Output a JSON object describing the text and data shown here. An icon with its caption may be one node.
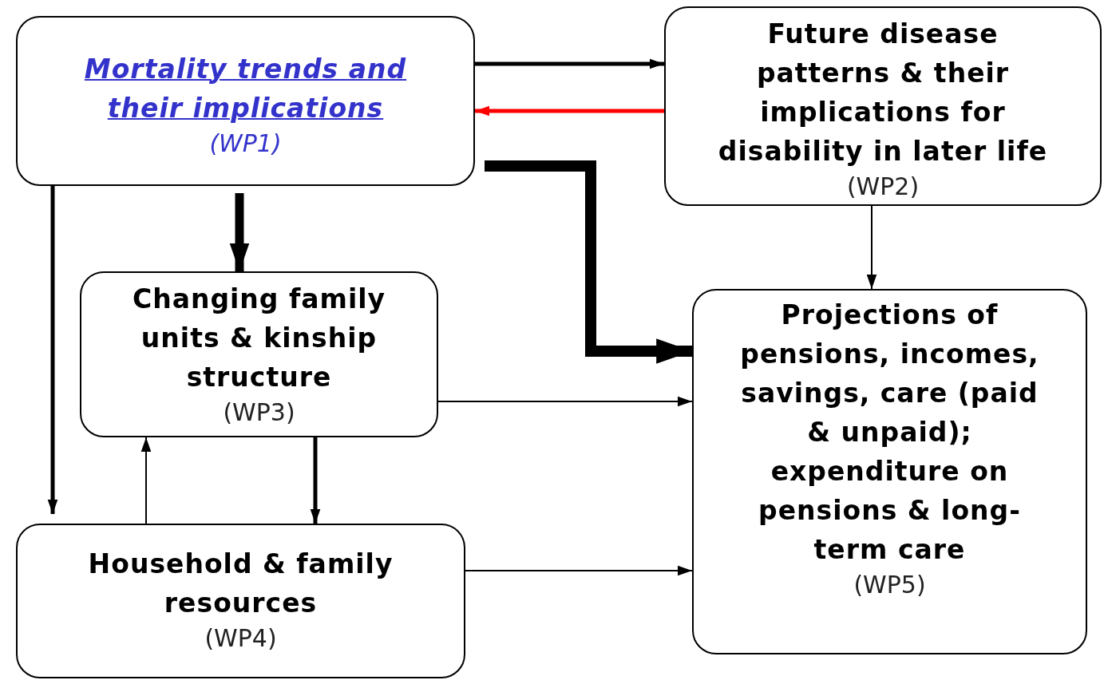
{
  "diagram": {
    "nodes": [
      {
        "text": [
          "Mortality trends and their implications",
          "(WP1)"
        ]
      },
      {
        "text": [
          "Future disease patterns & their implications for disability in later life",
          "(WP2)"
        ]
      },
      {
        "text": [
          "Changing family units & kinship structure",
          "(WP3)"
        ]
      },
      {
        "text": [
          "Household & family resources",
          "(WP4)"
        ]
      },
      {
        "text": [
          "Projections of pensions, incomes, savings, care (paid & unpaid); expenditure on pensions & long-term care",
          "(WP5)"
        ]
      }
    ],
    "edges": [
      {
        "from": 0,
        "to": 1,
        "arrow": "to"
      },
      {
        "from": 1,
        "to": 0,
        "arrow": "to",
        "color": "#ff0000"
      },
      {
        "from": 0,
        "to": 4,
        "arrow": "to",
        "style": "thick"
      },
      {
        "from": 0,
        "to": 2,
        "arrow": "to",
        "style": "thick"
      },
      {
        "from": 0,
        "to": 3,
        "arrow": "to"
      },
      {
        "from": 1,
        "to": 4,
        "arrow": "to"
      },
      {
        "from": 2,
        "to": 4,
        "arrow": "to"
      },
      {
        "from": 3,
        "to": 2,
        "arrow": "to"
      },
      {
        "from": 2,
        "to": 3,
        "arrow": "to"
      },
      {
        "from": 3,
        "to": 4,
        "arrow": "to"
      }
    ]
  }
}
